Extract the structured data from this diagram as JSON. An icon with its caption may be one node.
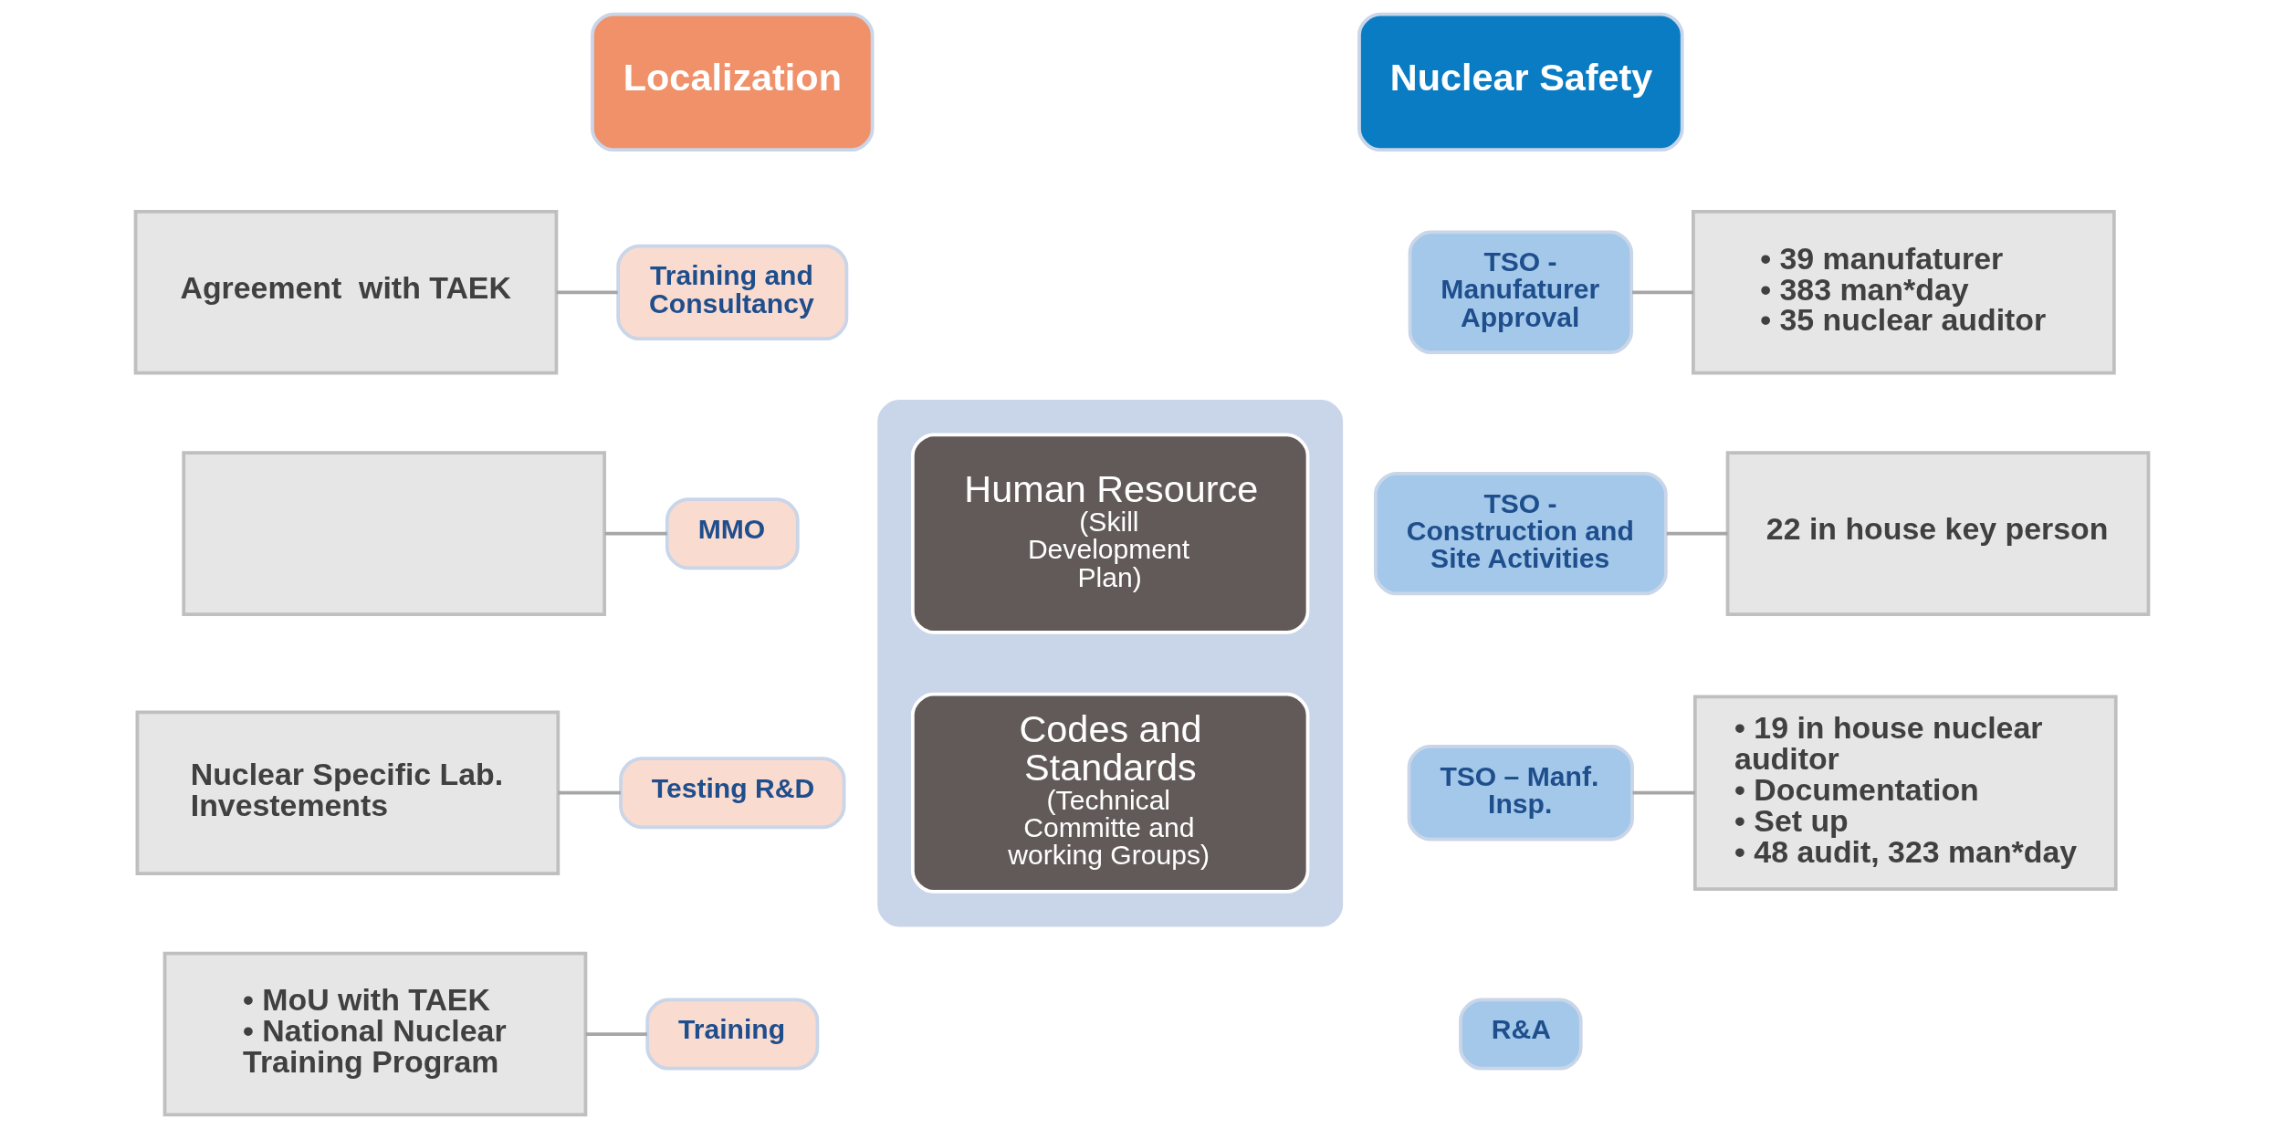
{
  "diagram": {
    "nodes": [
      {
        "text": [
          "Localization"
        ]
      },
      {
        "text": [
          "Nuclear Safety"
        ]
      },
      {
        "text": [
          "Training and Consultancy"
        ]
      },
      {
        "text": [
          "MMO"
        ]
      },
      {
        "text": [
          "Testing R&D"
        ]
      },
      {
        "text": [
          "Training"
        ]
      },
      {
        "text": [
          "R&A"
        ]
      },
      {
        "text": [
          "TSO - Manufaturer Approval"
        ]
      },
      {
        "text": [
          "TSO - Construction and Site Activities"
        ]
      },
      {
        "text": [
          "TSO – Manf. Insp."
        ]
      },
      {
        "text": [],
        "shape": "box"
      },
      {
        "text": [
          "Human Resource",
          "(Skill Development Plan)"
        ],
        "in": 10
      },
      {
        "text": [
          "Codes and Standards",
          "(Technical Committe and working Groups)"
        ],
        "in": 10
      },
      {
        "text": [
          "Agreement  with TAEK"
        ]
      },
      {
        "text": [],
        "shape": "box"
      },
      {
        "text": [
          "Nuclear Specific Lab. Investements"
        ]
      },
      {
        "text": [
          "• MoU with TAEK",
          "• National Nuclear Training Program"
        ]
      },
      {
        "text": [
          "• 39 manufaturer",
          "• 383 man*day",
          "• 35 nuclear auditor"
        ]
      },
      {
        "text": [
          "22 in house key person"
        ]
      },
      {
        "text": [
          "• 19 in house nuclear auditor",
          "• Documentation",
          "• Set up",
          "• 48 audit, 323 man*day"
        ]
      }
    ],
    "edges": [
      {
        "from": 13,
        "to": 2,
        "arrow": "none"
      },
      {
        "from": 14,
        "to": 3,
        "arrow": "none"
      },
      {
        "from": 15,
        "to": 4,
        "arrow": "none"
      },
      {
        "from": 16,
        "to": 5,
        "arrow": "none"
      },
      {
        "from": 17,
        "to": 7,
        "arrow": "none"
      },
      {
        "from": 18,
        "to": 8,
        "arrow": "none"
      },
      {
        "from": 19,
        "to": 9,
        "arrow": "none"
      }
    ]
  }
}
